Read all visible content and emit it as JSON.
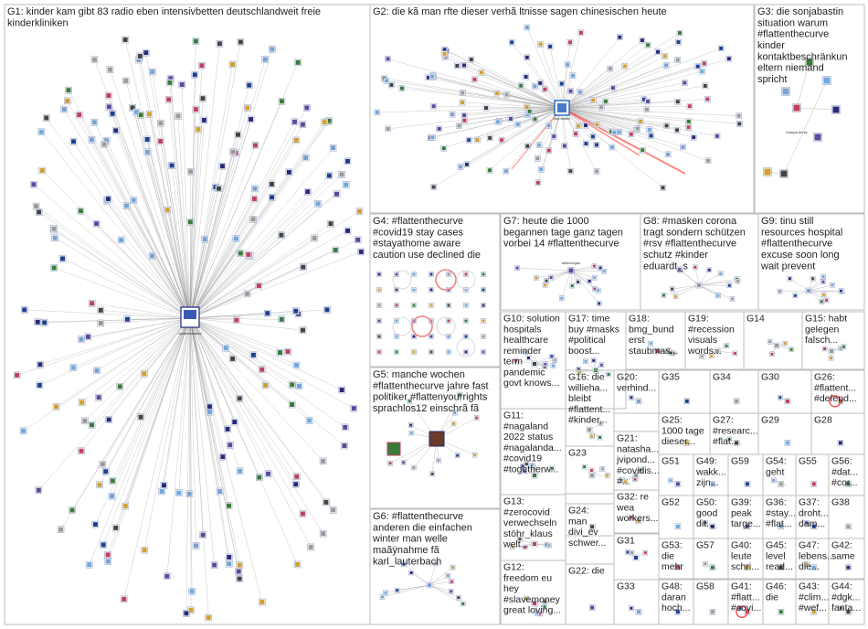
{
  "colors": {
    "edge": "#8c8c8c",
    "highlight_edge": "#ff3b3b",
    "box_border": "#bdbdbd",
    "label_text": "#222222",
    "node_palette": [
      "#2a2a7a",
      "#5a4a9a",
      "#7aa0d0",
      "#1f3f8f",
      "#9a9a9a",
      "#c04060",
      "#3a7a3a",
      "#d0a030",
      "#444444",
      "#6fa8dc"
    ]
  },
  "groups": [
    {
      "id": "G1",
      "lines": [
        "G1: kinder kam gibt 83 radio eben intensivbetten deutschlandweit freie",
        "kinderkliniken"
      ]
    },
    {
      "id": "G2",
      "lines": [
        "G2: die kã man rfte dieser verhã ltnisse sagen chinesischen heute"
      ]
    },
    {
      "id": "G3",
      "lines": [
        "G3: die sonjabastin",
        "situation warum",
        "#flattenthecurve",
        "kinder",
        "kontaktbeschränkun",
        "eltern niemand",
        "spricht"
      ]
    },
    {
      "id": "G4",
      "lines": [
        "G4: #flattenthecurve",
        "#covid19 stay cases",
        "#stayathome aware",
        "caution use declined die"
      ]
    },
    {
      "id": "G7",
      "lines": [
        "G7: heute die 1000",
        "begannen tage ganz tagen",
        "vorbei 14 #flattenthecurve"
      ]
    },
    {
      "id": "G8",
      "lines": [
        "G8: #masken corona",
        "tragt sondern schützen",
        "#rsv #flattenthecurve",
        "schutz #kinder",
        "eduardt_s"
      ]
    },
    {
      "id": "G9",
      "lines": [
        "G9: tinu still",
        "resources hospital",
        "#flattenthecurve",
        "excuse soon long",
        "wait prevent"
      ]
    },
    {
      "id": "G10",
      "lines": [
        "G10: solution",
        "hospitals",
        "healthcare",
        "reminder",
        "term",
        "pandemic",
        "govt knows..."
      ]
    },
    {
      "id": "G17",
      "lines": [
        "G17: time",
        "buy #masks",
        "#political",
        "boost..."
      ]
    },
    {
      "id": "G18",
      "lines": [
        "G18:",
        "bmg_bund",
        "erst",
        "staubmas..."
      ]
    },
    {
      "id": "G19",
      "lines": [
        "G19:",
        "#recession",
        "visuals",
        "words..."
      ]
    },
    {
      "id": "G14",
      "lines": [
        "G14"
      ]
    },
    {
      "id": "G15",
      "lines": [
        "G15: habt",
        "gelegen",
        "falsch..."
      ]
    },
    {
      "id": "G5",
      "lines": [
        "G5: manche wochen",
        "#flattenthecurve jahre fast",
        "politiker #flattenyourrights",
        "sprachlos12 einschrã fã"
      ]
    },
    {
      "id": "G16",
      "lines": [
        "G16: die",
        "willieha...",
        "bleibt",
        "#flattent...",
        "#kinder..."
      ]
    },
    {
      "id": "G20",
      "lines": [
        "G20:",
        "verhind..."
      ]
    },
    {
      "id": "G35",
      "lines": [
        "G35"
      ]
    },
    {
      "id": "G34",
      "lines": [
        "G34"
      ]
    },
    {
      "id": "G30",
      "lines": [
        "G30"
      ]
    },
    {
      "id": "G26",
      "lines": [
        "G26:",
        "#flattent...",
        "#defend..."
      ]
    },
    {
      "id": "G11",
      "lines": [
        "G11:",
        "#nagaland",
        "2022 status",
        "#nagalanda...",
        "#covid19",
        "#togetherw..."
      ]
    },
    {
      "id": "G25",
      "lines": [
        "G25:",
        "1000 tage",
        "dieser..."
      ]
    },
    {
      "id": "G27",
      "lines": [
        "G27:",
        "#researc...",
        "#flat..."
      ]
    },
    {
      "id": "G29",
      "lines": [
        "G29"
      ]
    },
    {
      "id": "G28",
      "lines": [
        "G28"
      ]
    },
    {
      "id": "G21",
      "lines": [
        "G21:",
        "natasha...",
        "jvipond...",
        "#covidis...",
        "#..."
      ]
    },
    {
      "id": "G23",
      "lines": [
        "G23"
      ]
    },
    {
      "id": "G51",
      "lines": [
        "G51"
      ]
    },
    {
      "id": "G49",
      "lines": [
        "G49:",
        "wakk...",
        "zijn..."
      ]
    },
    {
      "id": "G59",
      "lines": [
        "G59"
      ]
    },
    {
      "id": "G54",
      "lines": [
        "G54:",
        "geht"
      ]
    },
    {
      "id": "G55",
      "lines": [
        "G55"
      ]
    },
    {
      "id": "G56",
      "lines": [
        "G56:",
        "#dat...",
        "#cor..."
      ]
    },
    {
      "id": "G13",
      "lines": [
        "G13:",
        "#zerocovid",
        "verwechseln",
        "stöhr_klaus",
        "welt..."
      ]
    },
    {
      "id": "G32",
      "lines": [
        "G32: re",
        "wea",
        "workers..."
      ]
    },
    {
      "id": "G24",
      "lines": [
        "G24:",
        "man",
        "divi_ev",
        "schwer..."
      ]
    },
    {
      "id": "G52",
      "lines": [
        "G52"
      ]
    },
    {
      "id": "G50",
      "lines": [
        "G50:",
        "good",
        "dit..."
      ]
    },
    {
      "id": "G39",
      "lines": [
        "G39:",
        "peak",
        "targe..."
      ]
    },
    {
      "id": "G36",
      "lines": [
        "G36:",
        "#stay...",
        "#flat..."
      ]
    },
    {
      "id": "G37",
      "lines": [
        "G37:",
        "droht...",
        "dam..."
      ]
    },
    {
      "id": "G38",
      "lines": [
        "G38"
      ]
    },
    {
      "id": "G6",
      "lines": [
        "G6: #flattenthecurve",
        "anderen die einfachen",
        "winter man welle",
        "maãÿnahme fã",
        "karl_lauterbach"
      ]
    },
    {
      "id": "G31",
      "lines": [
        "G31"
      ]
    },
    {
      "id": "G53",
      "lines": [
        "G53:",
        "die",
        "mehr"
      ]
    },
    {
      "id": "G57",
      "lines": [
        "G57"
      ]
    },
    {
      "id": "G40",
      "lines": [
        "G40:",
        "leute",
        "schri..."
      ]
    },
    {
      "id": "G45",
      "lines": [
        "G45:",
        "level",
        "read..."
      ]
    },
    {
      "id": "G47",
      "lines": [
        "G47:",
        "lebens...",
        "die..."
      ]
    },
    {
      "id": "G42",
      "lines": [
        "G42:",
        "same"
      ]
    },
    {
      "id": "G12",
      "lines": [
        "G12:",
        "freedom eu",
        "hey",
        "#slavemoney",
        "great loving..."
      ]
    },
    {
      "id": "G22",
      "lines": [
        "G22: die"
      ]
    },
    {
      "id": "G33",
      "lines": [
        "G33"
      ]
    },
    {
      "id": "G48",
      "lines": [
        "G48:",
        "daran",
        "hoch..."
      ]
    },
    {
      "id": "G58",
      "lines": [
        "G58"
      ]
    },
    {
      "id": "G41",
      "lines": [
        "G41:",
        "#flatt...",
        "#covi..."
      ]
    },
    {
      "id": "G46",
      "lines": [
        "G46:",
        "die"
      ]
    },
    {
      "id": "G43",
      "lines": [
        "G43:",
        "#clim...",
        "#wef..."
      ]
    },
    {
      "id": "G44",
      "lines": [
        "G44:",
        "#dgk...",
        "fanta..."
      ]
    }
  ],
  "hub_labels": {
    "G1": "quakeamatiae",
    "G2": "hou.flatten",
    "G3": "frampa.dentz",
    "G5": "samuelsar.12",
    "G7": "wittenorgan"
  }
}
